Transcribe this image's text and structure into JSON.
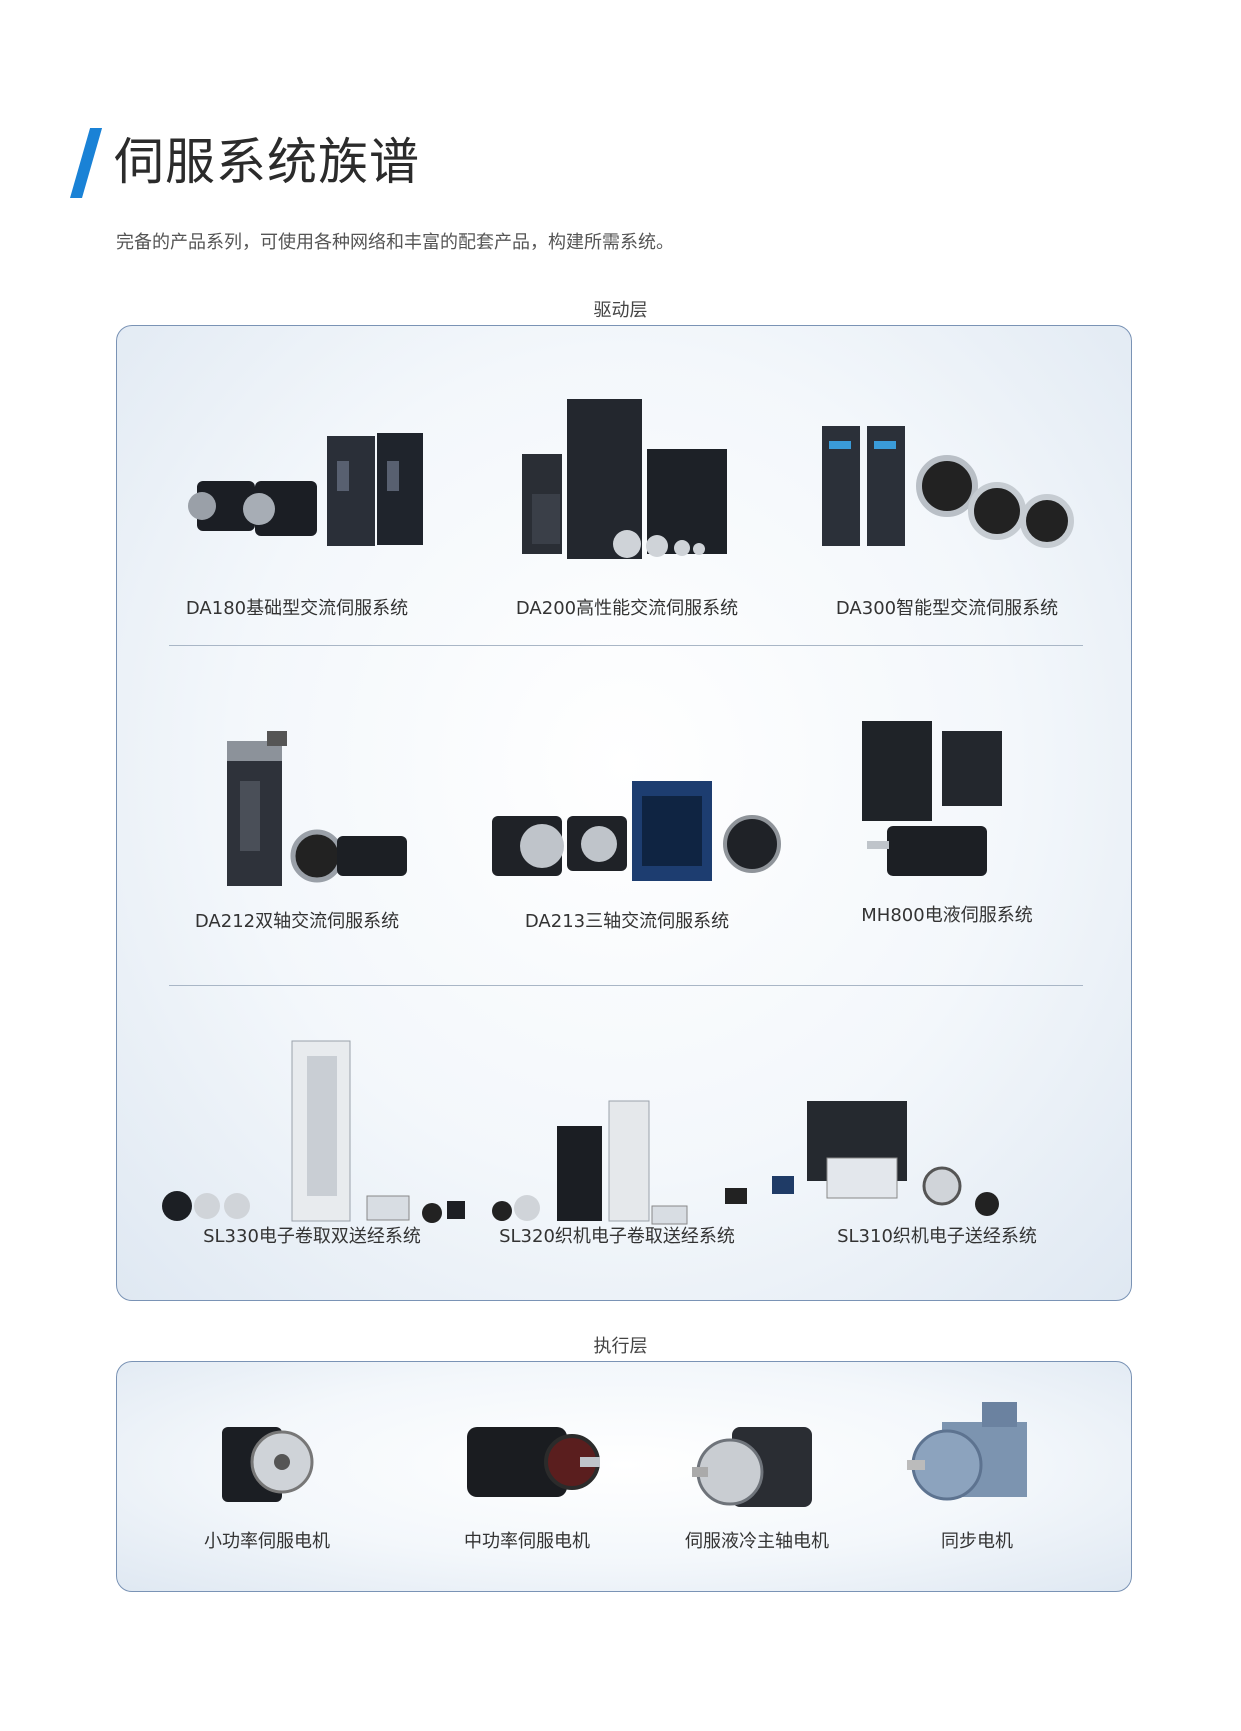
{
  "page": {
    "title": "伺服系统族谱",
    "subtitle": "完备的产品系列，可使用各种网络和丰富的配套产品，构建所需系统。"
  },
  "drive_layer": {
    "label": "驱动层",
    "rows": [
      [
        "DA180基础型交流伺服系统",
        "DA200高性能交流伺服系统",
        "DA300智能型交流伺服系统"
      ],
      [
        "DA212双轴交流伺服系统",
        "DA213三轴交流伺服系统",
        "MH800电液伺服系统"
      ],
      [
        "SL330电子卷取双送经系统",
        "SL320织机电子卷取送经系统",
        "SL310织机电子送经系统"
      ]
    ]
  },
  "exec_layer": {
    "label": "执行层",
    "items": [
      "小功率伺服电机",
      "中功率伺服电机",
      "伺服液冷主轴电机",
      "同步电机"
    ]
  },
  "colors": {
    "accent": "#1a82d6",
    "panel_border": "#7a93b5"
  }
}
